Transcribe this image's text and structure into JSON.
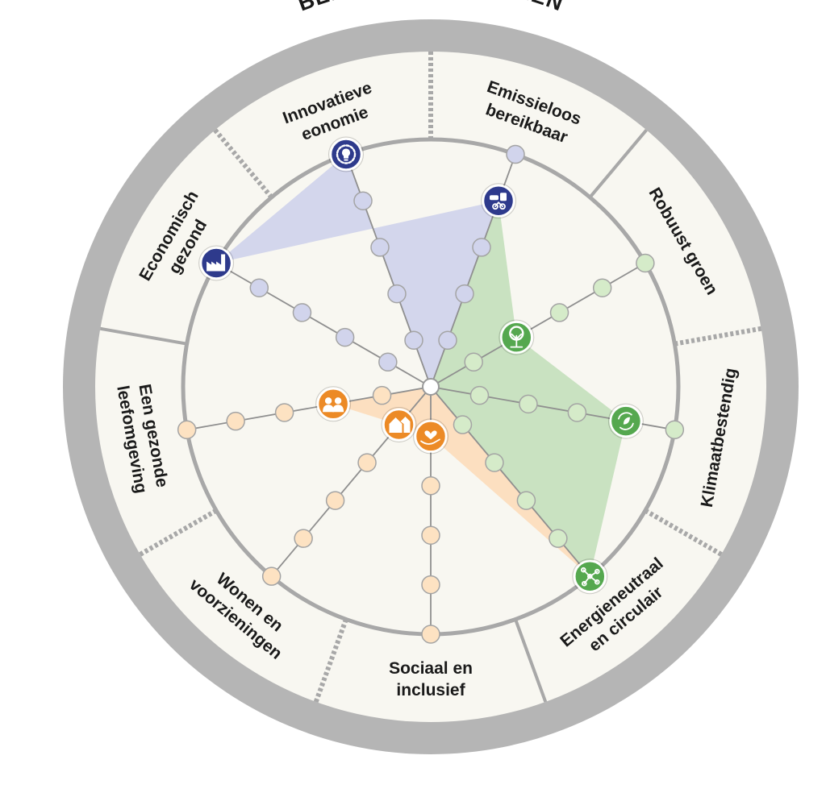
{
  "title": "BEDRIJVENTERREINEN",
  "colors": {
    "outer_ring": "#b5b5b5",
    "background": "#f8f7f1",
    "divider": "#a8a8a8",
    "blue_fill": "#d3d6ec",
    "blue_icon": "#2e3a8c",
    "blue_node": "#d1d4ec",
    "green_fill": "#c9e2c1",
    "green_icon": "#55a84f",
    "green_node": "#d5ebc9",
    "orange_fill": "#fcdfc0",
    "orange_icon": "#ec8a26",
    "orange_node": "#fde2c2"
  },
  "chart_data": {
    "type": "radar",
    "title": "BEDRIJVENTERREINEN",
    "scale_max": 5,
    "axes": [
      {
        "label": "Emissieloos bereikbaar",
        "lines": [
          "Emissieloos",
          "bereikbaar"
        ],
        "group": "blue",
        "icon": "car-bus-bike-icon",
        "value": 4
      },
      {
        "label": "Robuust groen",
        "lines": [
          "Robuust groen"
        ],
        "group": "green",
        "icon": "tree-icon",
        "value": 2
      },
      {
        "label": "Klimaatbestendig",
        "lines": [
          "Klimaatbestendig"
        ],
        "group": "green",
        "icon": "leaf-cycle-icon",
        "value": 4
      },
      {
        "label": "Energieneutraal en circulair",
        "lines": [
          "Energieneutraal",
          "en circulair"
        ],
        "group": "green",
        "icon": "network-icon",
        "value": 5
      },
      {
        "label": "Sociaal en inclusief",
        "lines": [
          "Sociaal en",
          "inclusief"
        ],
        "group": "orange",
        "icon": "heart-hand-icon",
        "value": 1
      },
      {
        "label": "Wonen en voorzieningen",
        "lines": [
          "Wonen en",
          "voorzieningen"
        ],
        "group": "orange",
        "icon": "houses-icon",
        "value": 1
      },
      {
        "label": "Een gezonde leefomgeving",
        "lines": [
          "Een gezonde",
          "leefomgeving"
        ],
        "group": "orange",
        "icon": "people-icon",
        "value": 2
      },
      {
        "label": "Economisch gezond",
        "lines": [
          "Economisch",
          "gezond"
        ],
        "group": "blue",
        "icon": "factory-icon",
        "value": 5
      },
      {
        "label": "Innovatieve eonomie",
        "lines": [
          "Innovatieve",
          "eonomie"
        ],
        "group": "blue",
        "icon": "lightbulb-gear-icon",
        "value": 5
      }
    ],
    "filled_areas": [
      {
        "group": "blue",
        "axes": [
          0,
          7,
          8
        ]
      },
      {
        "group": "green",
        "axes": [
          0,
          1,
          2,
          3
        ]
      },
      {
        "group": "orange",
        "axes": [
          3,
          4,
          5,
          6
        ]
      }
    ]
  }
}
